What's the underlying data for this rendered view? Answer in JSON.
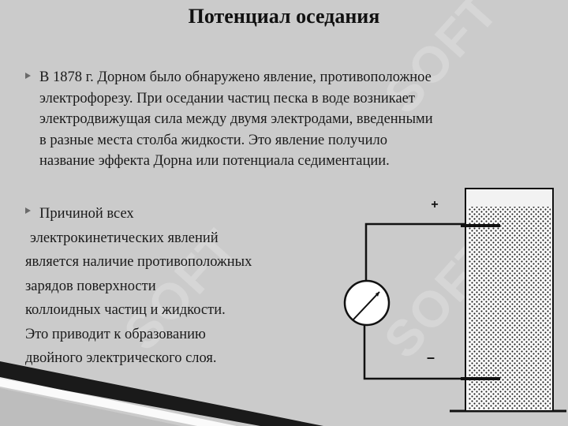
{
  "slide": {
    "title": "Потенциал оседания",
    "bullet1_lines": [
      "В 1878 г. Дорном было обнаружено явление, противоположное",
      "электрофорезу. При оседании частиц песка в воде возникает",
      "электродвижущая сила между двумя электродами, введенными",
      "в разные места столба жидкости. Это явление получило",
      "название эффекта Дорна или потенциала седиментации."
    ],
    "bullet2_lines": [
      "Причиной всех",
      "электрокинетических явлений",
      "является наличие противоположных",
      "зарядов поверхности",
      "коллоидных частиц и жидкости.",
      "Это приводит к образованию",
      "двойного электрического слоя."
    ]
  },
  "diagram": {
    "plus_label": "+",
    "minus_label": "–"
  },
  "watermark": {
    "text": "SOFT"
  },
  "colors": {
    "background": "#cbcbcb",
    "text": "#1a1a1a",
    "wire": "#111111",
    "watermark": "#d8d8d8"
  }
}
